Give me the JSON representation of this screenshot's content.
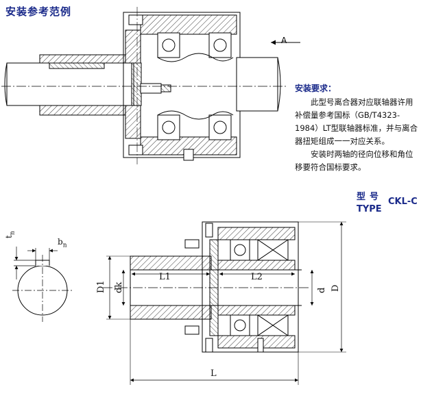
{
  "title": "安装参考范例",
  "top_view": {
    "arrow_label": "A"
  },
  "requirements": {
    "heading": "安装要求：",
    "paragraph1": "此型号离合器对应联轴器许用补偿量参考国标（GB/T4323-1984）LT型联轴器标准，并与离合器扭矩组成一一对应关系。",
    "paragraph2": "安装时两轴的径向位移和角位移要符合国标要求。"
  },
  "model": {
    "label_cn": "型号",
    "label_en": "TYPE",
    "value": "CKL-C"
  },
  "key_section": {
    "t_label": "t",
    "t_sub": "n",
    "b_label": "b",
    "b_sub": "n"
  },
  "dimensions": {
    "D1": "D1",
    "dk": "dk",
    "L1": "L1",
    "L2": "L2",
    "d": "d",
    "D": "D",
    "L": "L"
  },
  "colors": {
    "ink": "#000000",
    "accent": "#1a2a8a"
  }
}
